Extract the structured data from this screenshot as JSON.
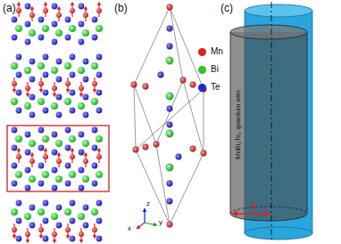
{
  "diagram": {
    "labels": [
      "(a)",
      "(b)",
      "(c)",
      "x",
      "y",
      "z",
      "MnBi₂Te₄ quantum wire",
      "R"
    ],
    "legend": [
      {
        "text": "Mn",
        "color": "#e0221f"
      },
      {
        "text": "Bi",
        "color": "#2fc42f"
      },
      {
        "text": "Te",
        "color": "#2424cc"
      }
    ]
  }
}
